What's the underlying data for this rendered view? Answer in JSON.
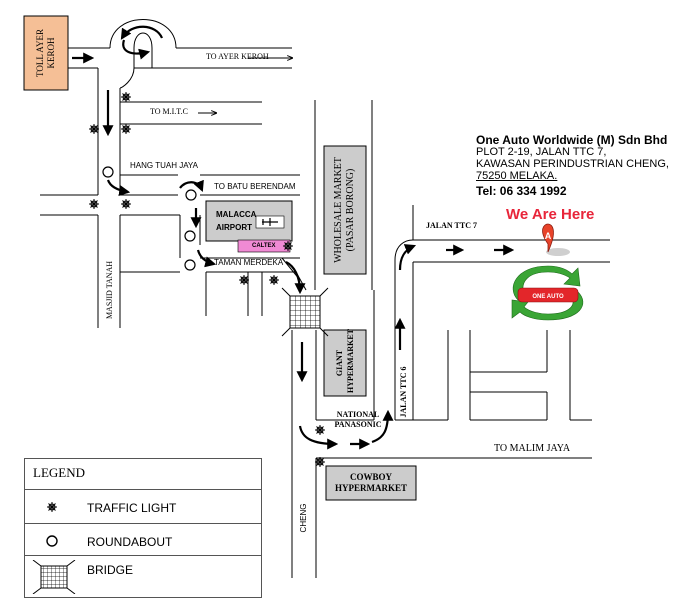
{
  "labels": {
    "toll": "TOLL AYER KEROH",
    "to_ayer_keroh": "TO AYER KEROH",
    "to_mitc": "TO M.I.T.C",
    "hang_tuah_jaya": "HANG TUAH JAYA",
    "to_batu_berendam": "TO BATU BERENDAM",
    "malacca_airport": "MALACCA AIRPORT",
    "caltex": "CALTEX",
    "taman_merdeka": "TAMAN MERDEKA",
    "masjid_tanah": "MASJID TANAH",
    "wholesale_market": "WHOLESALE MARKET (PASAR BORONG)",
    "giant_hypermarket": "GIANT HYPERMARKET",
    "national_panasonic": "NATIONAL PANASONIC",
    "jalan_ttc6": "JALAN TTC 6",
    "jalan_ttc7": "JALAN TTC 7",
    "to_malim_jaya": "TO MALIM JAYA",
    "cowboy_hypermarket": "COWBOY HYPERMARKET",
    "cheng": "CHENG",
    "marker_letter": "A",
    "one_auto_logo": "ONE AUTO"
  },
  "company": {
    "name": "One Auto Worldwide (M) Sdn Bhd",
    "address_line1": "PLOT 2-19, JALAN TTC 7,",
    "address_line2": "KAWASAN PERINDUSTRIAN CHENG,",
    "address_line3": "75250 MELAKA.",
    "phone": "Tel: 06 334 1992"
  },
  "we_are_here": "We Are Here",
  "legend": {
    "title": "LEGEND",
    "items": [
      {
        "symbol": "traffic-light-icon",
        "label": "TRAFFIC LIGHT"
      },
      {
        "symbol": "roundabout-icon",
        "label": "ROUNDABOUT"
      },
      {
        "symbol": "bridge-icon",
        "label": "BRIDGE"
      }
    ]
  },
  "colors": {
    "toll_box": "#f5bf96",
    "building": "#cccccc",
    "caltex": "#f08ad4",
    "here_text": "#e8253a",
    "logo_green": "#3aa535",
    "logo_red": "#e3262a"
  }
}
